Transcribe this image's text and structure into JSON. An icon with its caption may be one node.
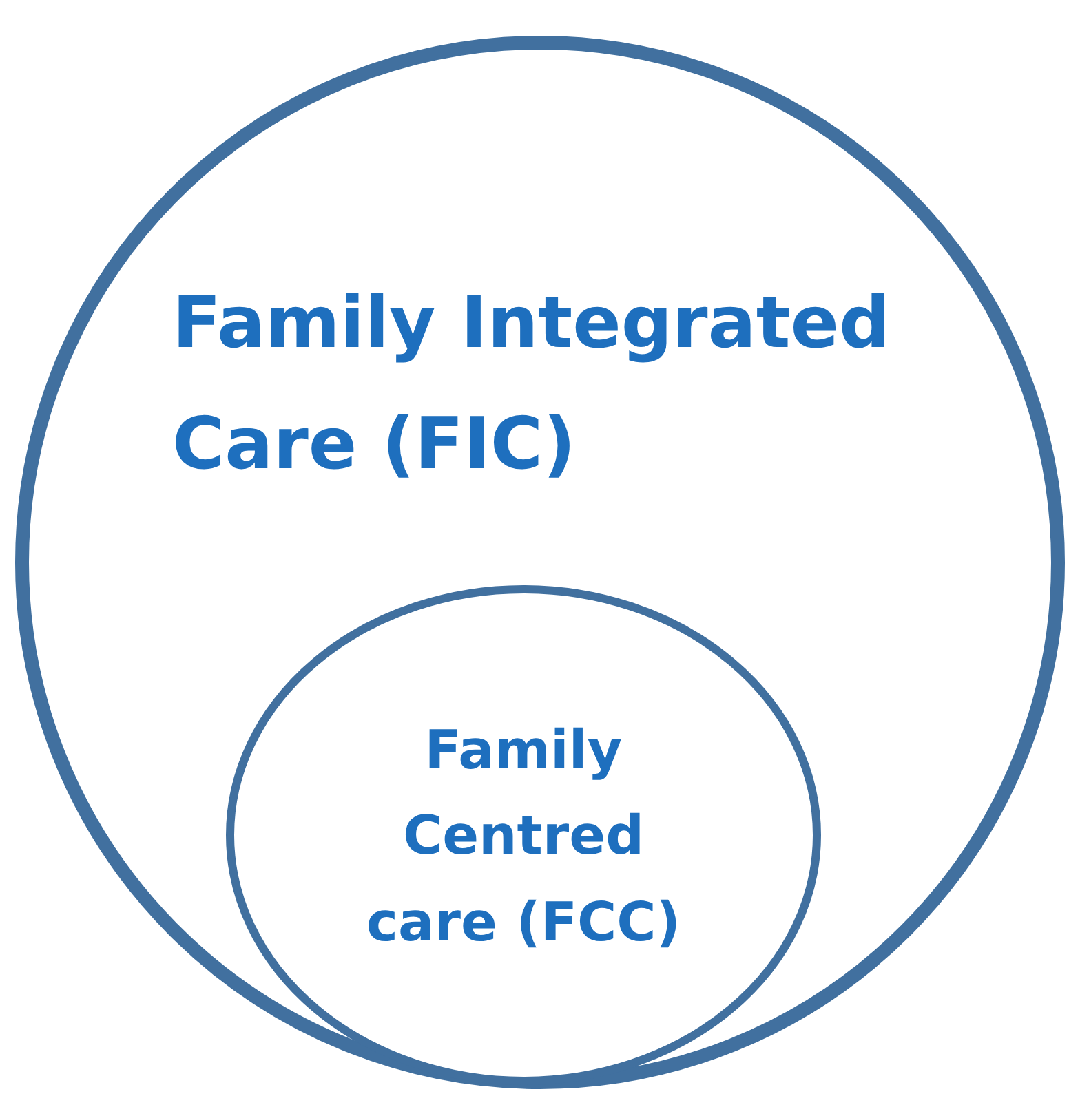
{
  "diagram": {
    "nodes": [
      {
        "text": [
          "Family Integrated Care (FIC)"
        ]
      },
      {
        "text": [
          "Family Centred care (FCC)"
        ],
        "in": 0
      }
    ]
  }
}
